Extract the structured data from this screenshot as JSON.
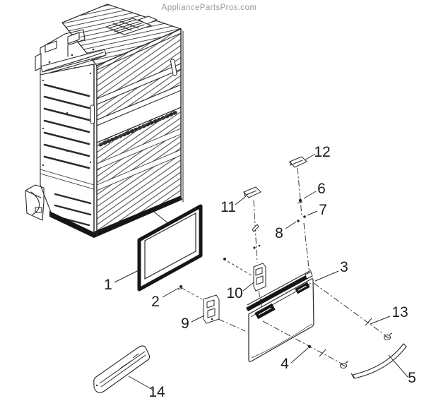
{
  "watermark": {
    "text": "AppliancePartsPros.com"
  },
  "colors": {
    "line": "#2b2b2b",
    "watermark": "#9a9a9a",
    "background": "#ffffff"
  },
  "diagram": {
    "type": "exploded-parts-diagram",
    "callouts": [
      {
        "label": "1"
      },
      {
        "label": "2"
      },
      {
        "label": "3"
      },
      {
        "label": "4"
      },
      {
        "label": "5"
      },
      {
        "label": "6"
      },
      {
        "label": "7"
      },
      {
        "label": "8"
      },
      {
        "label": "9"
      },
      {
        "label": "10"
      },
      {
        "label": "11"
      },
      {
        "label": "12"
      },
      {
        "label": "13"
      },
      {
        "label": "14"
      }
    ]
  }
}
